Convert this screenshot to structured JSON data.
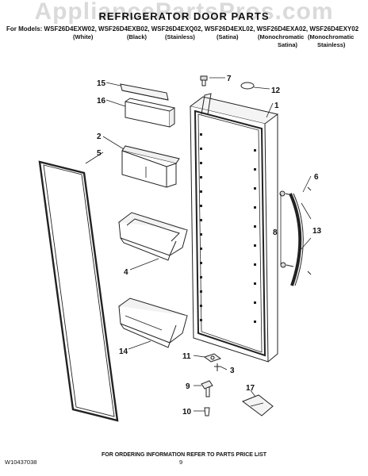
{
  "watermark": "AppliancePartsPros.com",
  "title": "REFRIGERATOR DOOR PARTS",
  "models_line": "For Models: WSF26D4EXW02, WSF26D4EXB02, WSF26D4EXQ02, WSF26D4EXL02, WSF26D4EXA02, WSF26D4EXY02",
  "variants": {
    "white": "(White)",
    "black": "(Black)",
    "stainless": "(Stainless)",
    "satina": "(Satina)",
    "mono_satina_1": "(Monochromatic",
    "mono_satina_2": "Satina)",
    "mono_stainless_1": "(Monochromatic",
    "mono_stainless_2": "Stainless)"
  },
  "callouts": {
    "c15": "15",
    "c16": "16",
    "c2": "2",
    "c5": "5",
    "c4": "4",
    "c14": "14",
    "c7": "7",
    "c12": "12",
    "c1": "1",
    "c6": "6",
    "c8": "8",
    "c13": "13",
    "c11": "11",
    "c3": "3",
    "c9": "9",
    "c17": "17",
    "c10": "10"
  },
  "footer": {
    "note": "FOR ORDERING INFORMATION REFER TO PARTS PRICE LIST",
    "doc_number": "W10437038",
    "page_number": "9"
  }
}
